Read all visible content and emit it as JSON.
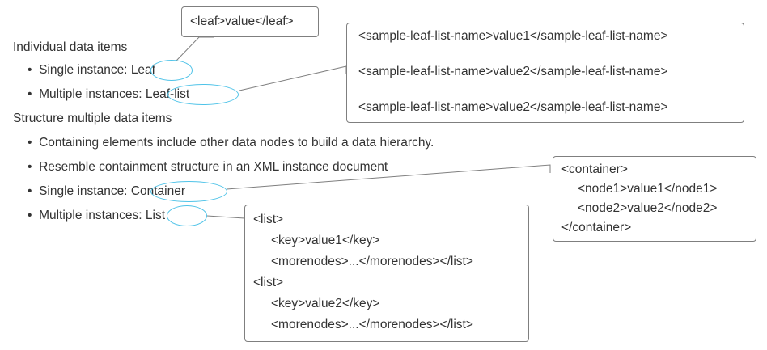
{
  "headings": {
    "individual": "Individual data items",
    "structure": "Structure multiple data items"
  },
  "bullets": {
    "single_leaf_prefix": "Single instance: ",
    "single_leaf_term": "Leaf",
    "multi_leaflist_prefix": "Multiple instances: ",
    "multi_leaflist_term": "Leaf-list",
    "containing": "Containing elements include other data nodes to build a data hierarchy.",
    "resemble": "Resemble containment structure in an XML instance document",
    "single_container_prefix": "Single instance: ",
    "single_container_term": "Container",
    "multi_list_prefix": "Multiple instances: ",
    "multi_list_term": "List"
  },
  "bullet_char": "•",
  "callouts": {
    "leaf": [
      "<leaf>value</leaf>"
    ],
    "leaf_list": [
      "<sample-leaf-list-name>value1</sample-leaf-list-name>",
      "<sample-leaf-list-name>value2</sample-leaf-list-name>",
      "<sample-leaf-list-name>value2</sample-leaf-list-name>"
    ],
    "container": [
      "<container>",
      "<node1>value1</node1>",
      "<node2>value2</node2>",
      "</container>"
    ],
    "list": [
      "<list>",
      "<key>value1</key>",
      "<morenodes>...</morenodes></list>",
      "<list>",
      "<key>value2</key>",
      "<morenodes>...</morenodes></list>"
    ]
  },
  "colors": {
    "highlight_oval": "#4fc3e8",
    "box_border": "#7f7f7f",
    "text": "#333333"
  }
}
